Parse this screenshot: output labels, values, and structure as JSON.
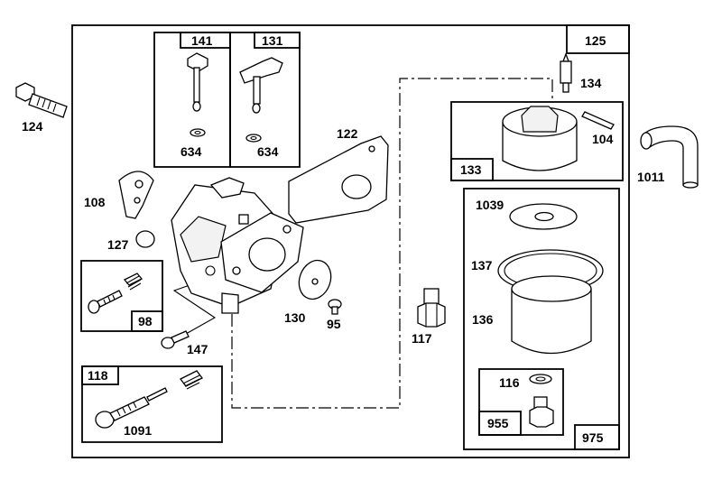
{
  "callouts": {
    "c125": "125",
    "c124": "124",
    "c141": "141",
    "c131": "131",
    "c634a": "634",
    "c634b": "634",
    "c122": "122",
    "c134": "134",
    "c104": "104",
    "c133": "133",
    "c1011": "1011",
    "c108": "108",
    "c127": "127",
    "c98": "98",
    "c147": "147",
    "c130": "130",
    "c95": "95",
    "c117": "117",
    "c1039": "1039",
    "c137": "137",
    "c136": "136",
    "c118": "118",
    "c1091": "1091",
    "c116": "116",
    "c955": "955",
    "c975": "975"
  }
}
